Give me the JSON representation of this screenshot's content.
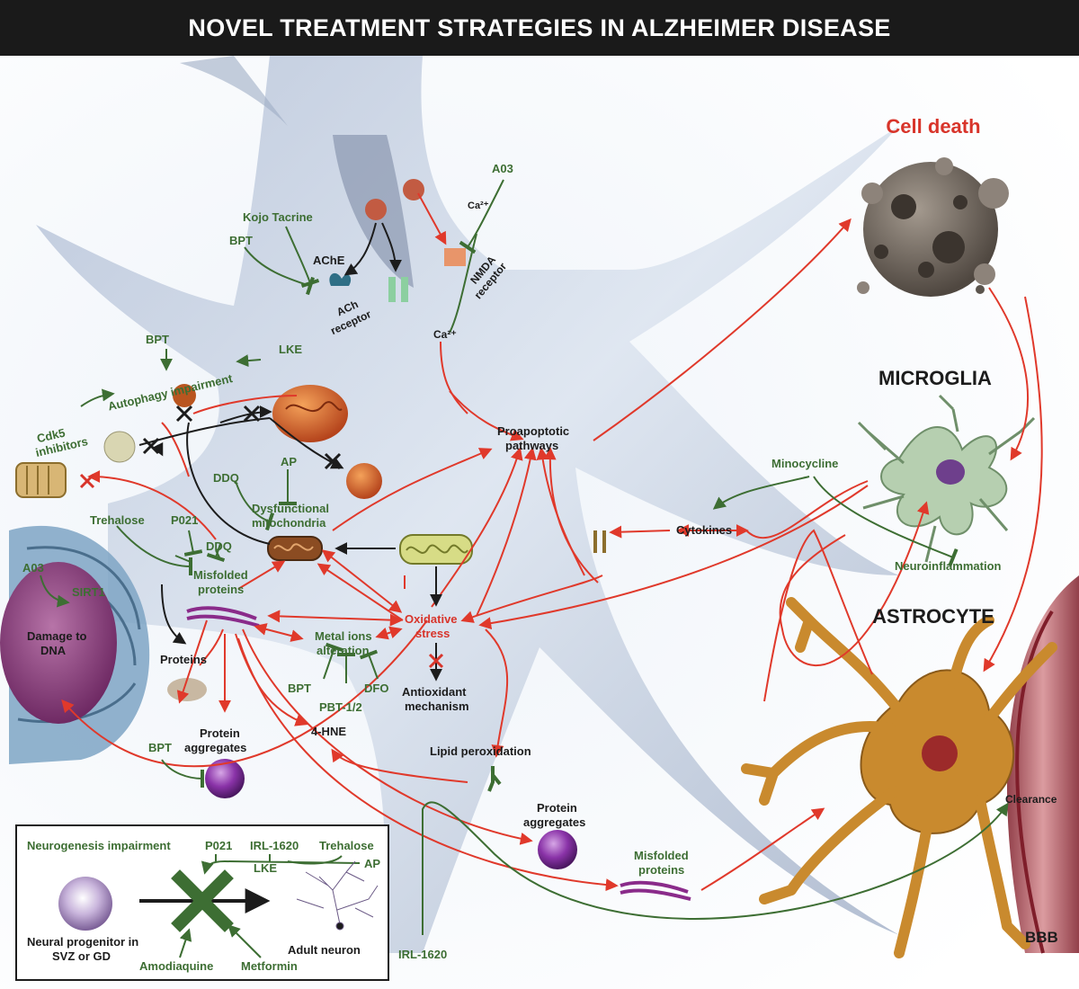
{
  "title": "NOVEL TREATMENT STRATEGIES IN ALZHEIMER DISEASE",
  "colors": {
    "title_bar": "#1a1a1a",
    "red_arrow": "#e0392b",
    "green_arrow": "#3d6e33",
    "black_arrow": "#1c1c1c",
    "neuron": "#c4cfe0",
    "nucleus": "#8e3a80",
    "astrocyte": "#c98a2e",
    "microglia": "#9fbf9a",
    "vessel": "#a8323a"
  },
  "labels": {
    "cell_death": "Cell death",
    "microglia": "MICROGLIA",
    "astrocyte": "ASTROCYTE",
    "bbb": "BBB",
    "a03_top": "A03",
    "ca_top": "Ca²⁺",
    "kojo_tacrine": "Kojo Tacrine",
    "bpt_ache": "BPT",
    "ache": "AChE",
    "nmda_line1": "NMDA",
    "nmda_line2": "receptor",
    "ach_rec_line1": "ACh",
    "ach_rec_line2": "receptor",
    "ca_mid": "Ca²⁺",
    "bpt_autophagy": "BPT",
    "lke_autophagy": "LKE",
    "autophagy": "Autophagy impairment",
    "cdk5_line1": "Cdk5",
    "cdk5_line2": "inhibitors",
    "ap_mito": "AP",
    "ddq_mito": "DDQ",
    "dysf_line1": "Dysfunctional",
    "dysf_line2": "mitochondria",
    "trehalose_left": "Trehalose",
    "p021_left": "P021",
    "ddq_left": "DDQ",
    "misfolded_line1": "Misfolded",
    "misfolded_line2": "proteins",
    "a03_left": "A03",
    "sirt1": "SIRT1",
    "dna_line1": "Damage to",
    "dna_line2": "DNA",
    "proteins": "Proteins",
    "metal_line1": "Metal ions",
    "metal_line2": "alteration",
    "bpt_metal": "BPT",
    "pbt": "PBT-1/2",
    "dfo": "DFO",
    "oxidative_line1": "Oxidative",
    "oxidative_line2": "stress",
    "antiox_line1": "Antioxidant",
    "antiox_line2": "mechanism",
    "hne": "4-HNE",
    "lipid": "Lipid peroxidation",
    "protein_agg_line1": "Protein",
    "protein_agg_line2": "aggregates",
    "bpt_agg": "BPT",
    "proapo_line1": "Proapoptotic",
    "proapo_line2": "pathways",
    "minocycline": "Minocycline",
    "cytokines": "Cytokines",
    "neuroinflammation": "Neuroinflammation",
    "protein_agg2_line1": "Protein",
    "protein_agg2_line2": "aggregates",
    "misfolded2_line1": "Misfolded",
    "misfolded2_line2": "proteins",
    "clearance": "Clearance",
    "irl_bottom": "IRL-1620"
  },
  "inset": {
    "neurogenesis": "Neurogenesis impairment",
    "p021": "P021",
    "irl": "IRL-1620",
    "trehalose": "Trehalose",
    "lke": "LKE",
    "ap": "AP",
    "progenitor_line1": "Neural progenitor in",
    "progenitor_line2": "SVZ or GD",
    "amodiaquine": "Amodiaquine",
    "metformin": "Metformin",
    "adult_neuron": "Adult neuron"
  }
}
